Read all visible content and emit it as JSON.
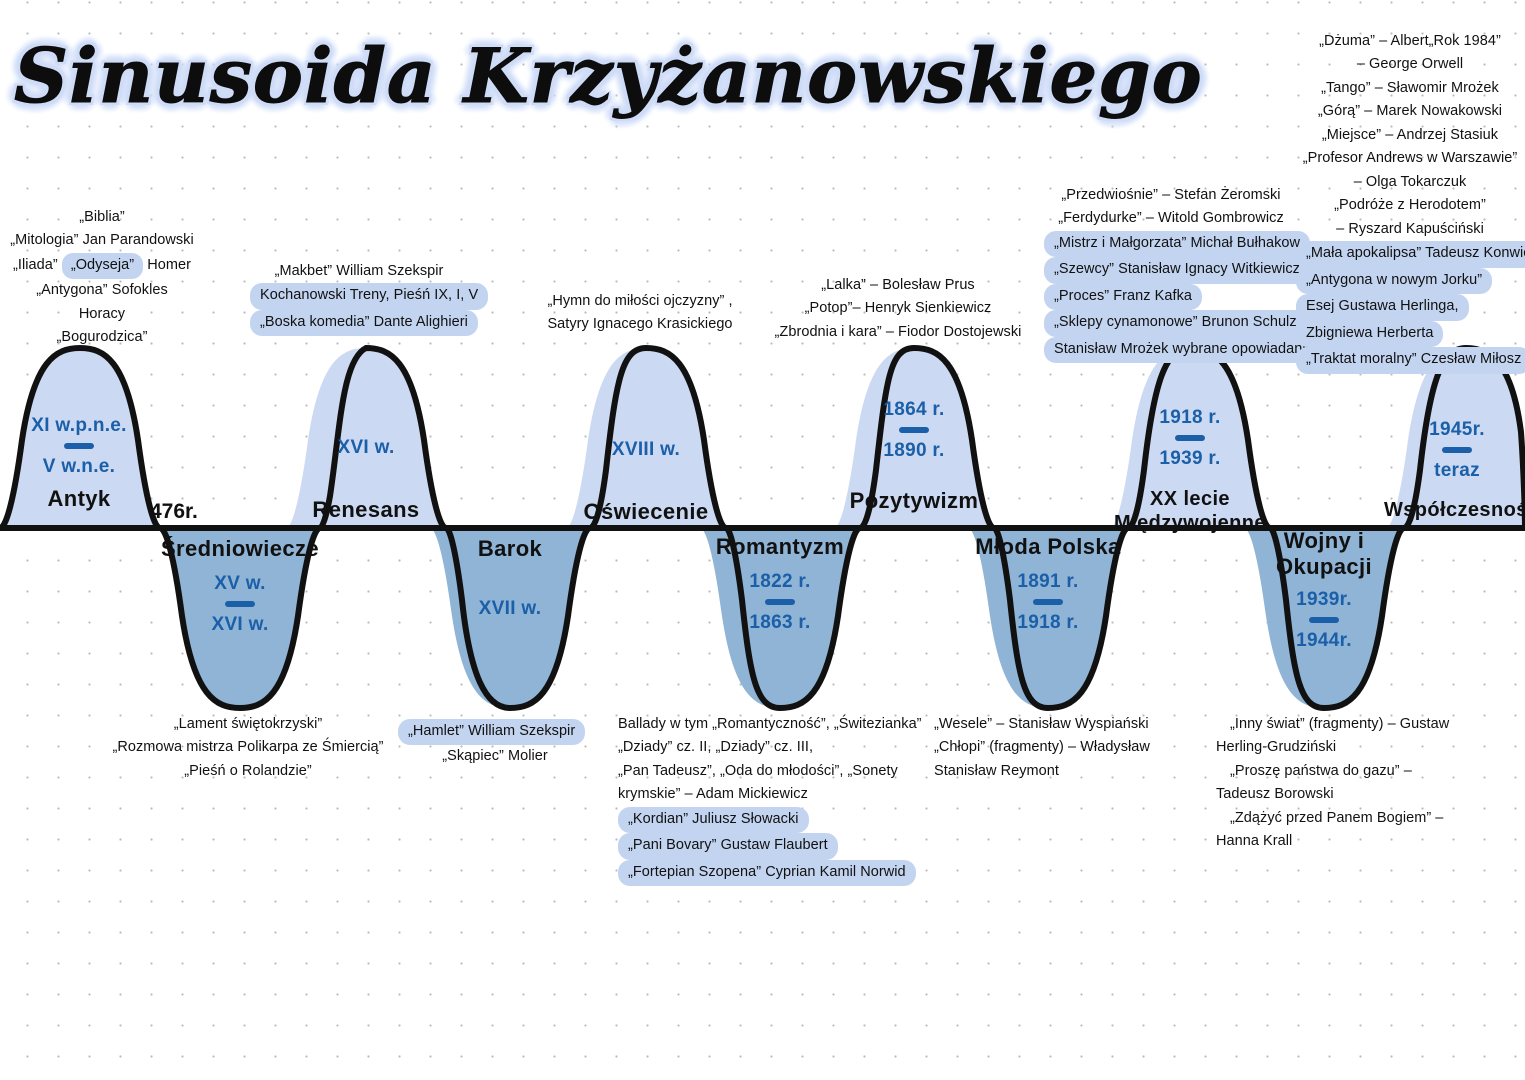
{
  "title": "Sinusoida Krzyżanowskiego",
  "colors": {
    "peak_fill": "#ccd9f2",
    "trough_fill": "#8fb4d6",
    "curve": "#111111",
    "axis": "#111111",
    "year_text": "#1b5fa8",
    "era_text": "#111111",
    "highlight": "#c3d4f0",
    "title_halo": "#cfdcf7",
    "dot_grid": "#b9b9b9"
  },
  "axis": {
    "baseline_label": "time-axis"
  },
  "eras": [
    {
      "id": "antyk",
      "name": "Antyk",
      "position": "peak",
      "year_from": "XI w.p.n.e.",
      "year_to": "V w.n.e."
    },
    {
      "id": "sredniowiecze",
      "name": "Średniowiecze",
      "position": "trough",
      "year_from": "XV w.",
      "year_to": "XVI w."
    },
    {
      "id": "renesans",
      "name": "Renesans",
      "position": "peak",
      "year_from": "XVI w.",
      "year_to": ""
    },
    {
      "id": "barok",
      "name": "Barok",
      "position": "trough",
      "year_from": "XVII w.",
      "year_to": ""
    },
    {
      "id": "oswiecenie",
      "name": "Oświecenie",
      "position": "peak",
      "year_from": "XVIII w.",
      "year_to": ""
    },
    {
      "id": "romantyzm",
      "name": "Romantyzm",
      "position": "trough",
      "year_from": "1822 r.",
      "year_to": "1863 r."
    },
    {
      "id": "pozytywizm",
      "name": "Pozytywizm",
      "position": "peak",
      "year_from": "1864 r.",
      "year_to": "1890 r."
    },
    {
      "id": "mloda-polska",
      "name": "Młoda Polska",
      "position": "trough",
      "year_from": "1891 r.",
      "year_to": "1918 r."
    },
    {
      "id": "xx-lecie",
      "name_line1": "XX lecie",
      "name_line2": "Międzywojenne",
      "position": "peak",
      "year_from": "1918 r.",
      "year_to": "1939 r."
    },
    {
      "id": "wojny-okupacji",
      "name_line1": "Wojny  i",
      "name_line2": "Okupacji",
      "position": "trough",
      "year_from": "1939r.",
      "year_to": "1944r."
    },
    {
      "id": "wspolczesnosc",
      "name": "Współczesność",
      "position": "peak",
      "year_from": "1945r.",
      "year_to": "teraz"
    }
  ],
  "axis_markers": [
    {
      "id": "marker-476",
      "label": "476r."
    }
  ],
  "notes": {
    "antyk": {
      "lines": [
        {
          "text": "„Biblia”",
          "highlight": false
        },
        {
          "text": "„Mitologia” Jan Parandowski",
          "highlight": false
        },
        {
          "pre": "„Iliada”",
          "hl": "„Odyseja”",
          "post": "Homer",
          "split": true
        },
        {
          "text": "„Antygona” Sofokles",
          "highlight": false
        },
        {
          "text": "Horacy",
          "highlight": false
        },
        {
          "text": "„Bogurodzica”",
          "highlight": false
        }
      ]
    },
    "renesans": {
      "lines": [
        {
          "text": "„Makbet” William Szekspir",
          "highlight": false
        },
        {
          "text": "Kochanowski Treny,  Pieśń IX, I, V",
          "highlight": true
        },
        {
          "text": "„Boska komedia” Dante Alighieri",
          "highlight": true
        }
      ]
    },
    "oswiecenie": {
      "lines": [
        {
          "text": "„Hymn do miłości ojczyzny” ,",
          "highlight": false
        },
        {
          "text": "Satyry Ignacego Krasickiego",
          "highlight": false
        }
      ]
    },
    "pozytywizm": {
      "lines": [
        {
          "text": "„Lalka” – Bolesław Prus",
          "highlight": false
        },
        {
          "text": "„Potop”– Henryk Sienkiewicz",
          "highlight": false
        },
        {
          "text": "„Zbrodnia i kara” – Fiodor Dostojewski",
          "highlight": false
        }
      ]
    },
    "xx_lecie": {
      "lines": [
        {
          "text": "„Przedwiośnie” – Stefan Żeromski",
          "highlight": false
        },
        {
          "text": "„Ferdydurke” – Witold Gombrowicz",
          "highlight": false
        },
        {
          "text": "„Mistrz i Małgorzata” Michał Bułhakow",
          "highlight": true
        },
        {
          "text": "„Szewcy” Stanisław Ignacy Witkiewicz",
          "highlight": true
        },
        {
          "text": "„Proces” Franz Kafka",
          "highlight": true
        },
        {
          "text": "„Sklepy cynamonowe” Brunon Schulz",
          "highlight": true
        },
        {
          "text": "Stanisław Mrożek wybrane opowiadanie",
          "highlight": true
        }
      ]
    },
    "wspolczesnosc": {
      "lines": [
        {
          "text": "„Dżuma” – Albert„Rok 1984”",
          "highlight": false
        },
        {
          "text": "– George Orwell",
          "highlight": false
        },
        {
          "text": "„Tango” – Sławomir Mrożek",
          "highlight": false
        },
        {
          "text": "„Górą” – Marek Nowakowski",
          "highlight": false
        },
        {
          "text": "„Miejsce” – Andrzej Stasiuk",
          "highlight": false
        },
        {
          "text": "„Profesor Andrews w Warszawie”",
          "highlight": false
        },
        {
          "text": "– Olga Tokarczuk",
          "highlight": false
        },
        {
          "text": "„Podróże z Herodotem”",
          "highlight": false
        },
        {
          "text": "– Ryszard Kapuściński",
          "highlight": false
        },
        {
          "text": "„Mała apokalipsa” Tadeusz Konwicki",
          "highlight": true
        },
        {
          "text": "„Antygona w nowym Jorku”",
          "highlight": true
        },
        {
          "text": "Esej Gustawa Herlinga,",
          "highlight": true
        },
        {
          "text": "Zbigniewa Herberta",
          "highlight": true
        },
        {
          "text": "„Traktat moralny” Czesław Miłosz",
          "highlight": true
        }
      ]
    },
    "sredniowiecze": {
      "lines": [
        {
          "text": "„Lament świętokrzyski”",
          "highlight": false
        },
        {
          "text": "„Rozmowa mistrza Polikarpa ze Śmiercią”",
          "highlight": false
        },
        {
          "text": "„Pieśń o Rolandzie”",
          "highlight": false
        }
      ]
    },
    "barok": {
      "lines": [
        {
          "text": "„Hamlet” William Szekspir",
          "highlight": true
        },
        {
          "text": "„Skąpiec” Molier",
          "highlight": false
        }
      ]
    },
    "romantyzm": {
      "lines": [
        {
          "text": "Ballady w tym „Romantyczność”, „Świtezianka”",
          "highlight": false
        },
        {
          "text": "„Dziady” cz. II, „Dziady” cz. III,",
          "highlight": false
        },
        {
          "text": "„Pan Tadeusz”, „Oda do młodości”, „Sonety",
          "highlight": false
        },
        {
          "text": "krymskie” – Adam Mickiewicz",
          "highlight": false
        },
        {
          "text": "„Kordian” Juliusz Słowacki",
          "highlight": true
        },
        {
          "text": "„Pani Bovary” Gustaw Flaubert",
          "highlight": true
        },
        {
          "text": "„Fortepian Szopena” Cyprian Kamil Norwid",
          "highlight": true
        }
      ]
    },
    "mloda_polska": {
      "lines": [
        {
          "text": "„Wesele” – Stanisław Wyspiański",
          "highlight": false
        },
        {
          "text": "„Chłopi” (fragmenty) – Władysław",
          "highlight": false
        },
        {
          "text": "Stanisław Reymont",
          "highlight": false
        }
      ]
    },
    "wojny": {
      "lines": [
        {
          "text": "„Inny świat” (fragmenty) – Gustaw",
          "highlight": false
        },
        {
          "text": "Herling-Grudziński",
          "highlight": false
        },
        {
          "text": "„Proszę państwa do gazu” –",
          "highlight": false
        },
        {
          "text": "Tadeusz Borowski",
          "highlight": false
        },
        {
          "text": "„Zdążyć przed Panem Bogiem” –",
          "highlight": false
        },
        {
          "text": "Hanna Krall",
          "highlight": false
        }
      ]
    }
  }
}
